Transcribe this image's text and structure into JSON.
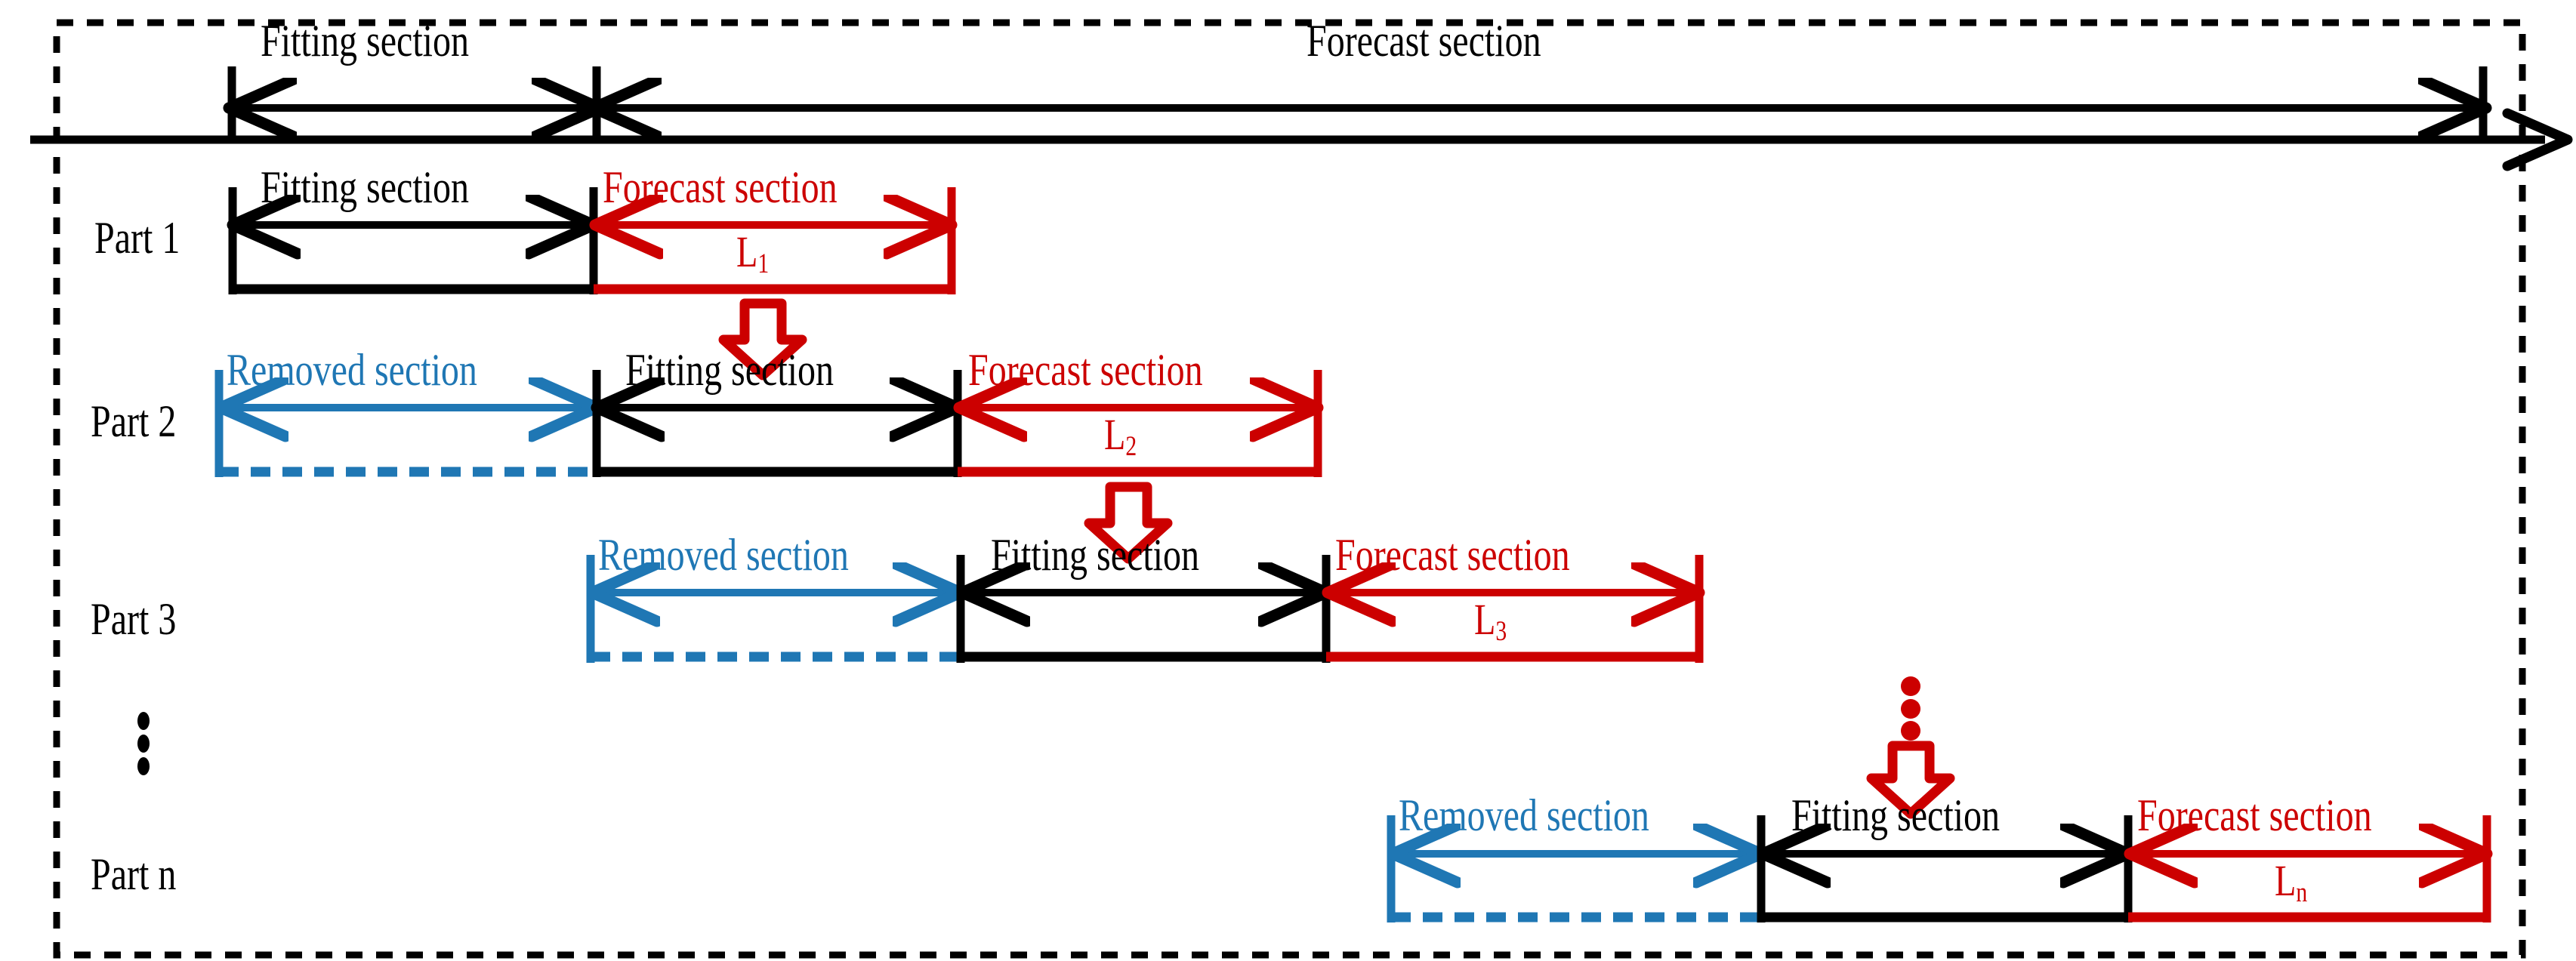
{
  "figure": {
    "type": "diagram",
    "title_visible": false,
    "colors": {
      "black": "#000000",
      "red": "#CC0000",
      "blue": "#1F77B4",
      "background": "#FFFFFF"
    },
    "border": {
      "style": "dashed",
      "color": "#000000"
    }
  },
  "timeline": {
    "fitting_label": "Fitting section",
    "forecast_label": "Forecast section",
    "axis_arrow": "right-arrow-icon"
  },
  "rows": [
    {
      "id": "part-1",
      "name": "Part 1",
      "removed": null,
      "fitting": "Fitting section",
      "forecast": "Forecast section",
      "length_label": "L",
      "length_sub": "1"
    },
    {
      "id": "part-2",
      "name": "Part 2",
      "removed": "Removed section",
      "fitting": "Fitting section",
      "forecast": "Forecast section",
      "length_label": "L",
      "length_sub": "2"
    },
    {
      "id": "part-3",
      "name": "Part 3",
      "removed": "Removed section",
      "fitting": "Fitting section",
      "forecast": "Forecast section",
      "length_label": "L",
      "length_sub": "3"
    },
    {
      "id": "part-n",
      "name": "Part n",
      "removed": "Removed section",
      "fitting": "Fitting section",
      "forecast": "Forecast section",
      "length_label": "L",
      "length_sub": "n"
    }
  ],
  "ellipsis": {
    "left_vertical_dots": "⋮",
    "right_vertical_dots": "⋮"
  },
  "flow_arrows": {
    "count": 3,
    "direction": "down",
    "style": "hollow-block-arrow",
    "color": "#CC0000"
  }
}
